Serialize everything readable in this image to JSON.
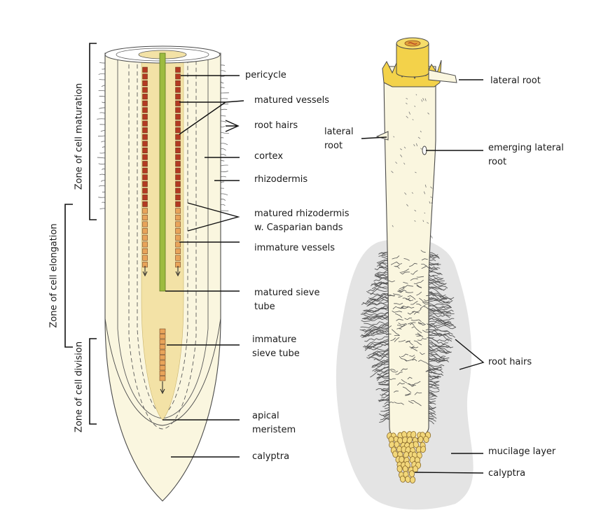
{
  "colors": {
    "root_fill": "#faf6df",
    "root_outline": "#4a4a4a",
    "meristem": "#f3e2a6",
    "vessel_mature": "#b33a22",
    "vessel_immature": "#e8a45a",
    "sieve_tube": "#9dbb3f",
    "mucilage": "#e4e4e4",
    "calyptra_cells": "#f2d77a",
    "stem_top": "#f3d24a",
    "leader": "#111111"
  },
  "zones": {
    "maturation": "Zone of cell maturation",
    "elongation": "Zone of cell elongation",
    "division": "Zone of cell division"
  },
  "left_labels": {
    "pericycle": "pericycle",
    "matured_vessels": "matured vessels",
    "root_hairs": "root hairs",
    "cortex": "cortex",
    "rhizodermis": "rhizodermis",
    "casparian": "matured rhizodermis\nw. Casparian bands",
    "immature_vessels": "immature vessels",
    "matured_sieve": "matured sieve\ntube",
    "immature_sieve": "immature\nsieve tube",
    "apical_meristem": "apical\nmeristem",
    "calyptra": "calyptra"
  },
  "right_labels": {
    "lateral_root_top": "lateral root",
    "lateral_root_side": "lateral\nroot",
    "emerging_lateral": "emerging lateral\nroot",
    "root_hairs": "root hairs",
    "mucilage_layer": "mucilage layer",
    "calyptra": "calyptra"
  }
}
